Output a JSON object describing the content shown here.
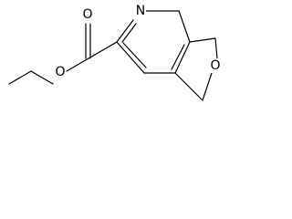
{
  "diagram": {
    "type": "chemical-structure",
    "atoms": {
      "ring_nitrogen": "N",
      "carbonyl_oxygen": "O",
      "ester_oxygen": "O",
      "furan_oxygen": "O"
    }
  }
}
